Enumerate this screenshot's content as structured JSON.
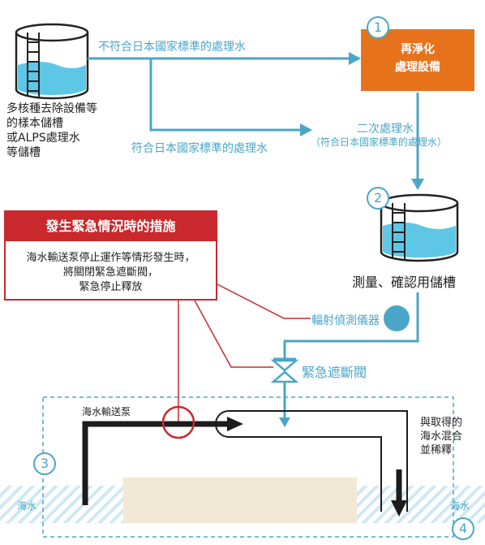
{
  "tank1_label": "多核種去除設備等\n的樣本儲槽\n或ALPS處理水\n等儲槽",
  "flow_nonconforming": "不符合日本國家標準的處理水",
  "flow_conforming": "符合日本國家標準的處理水",
  "repurify_facility": "再淨化\n處理設備",
  "secondary_water": "二次處理水",
  "secondary_water_note": "（符合日本國家標準的處理水）",
  "measure_tank_label": "測量、確認用儲槽",
  "radiation_detector": "輻射偵測儀器",
  "shutoff_valve": "緊急遮斷閥",
  "emergency": {
    "title": "發生緊急情況時的措施",
    "body": "海水輸送泵停止運作等情形發生時，\n將關閉緊急遮斷閥，\n緊急停止釋放"
  },
  "seawater_pump": "海水輸送泵",
  "mix_dilute": "與取得的\n海水混合\n並稀釋",
  "seawater_left": "海水",
  "seawater_right": "海水",
  "step_markers": [
    "1",
    "2",
    "3",
    "4"
  ],
  "colors": {
    "teal": "#4aa6c8",
    "orange": "#e6731c",
    "red": "#c9282d",
    "sand": "#f1e8d6",
    "pipe": "#1c1c1c"
  }
}
